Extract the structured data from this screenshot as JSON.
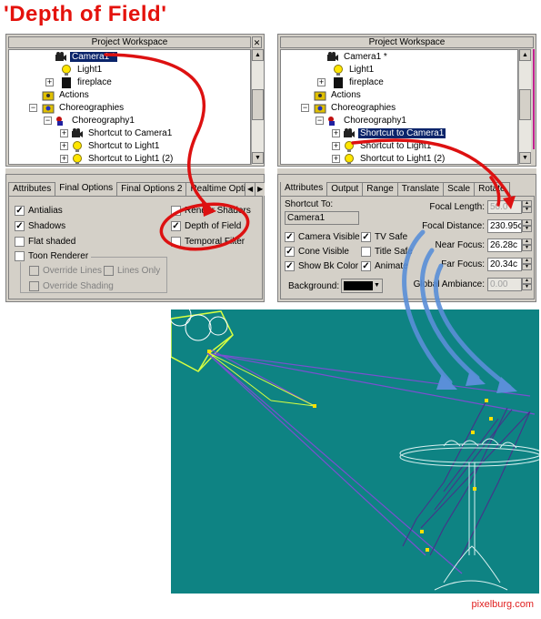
{
  "title": "'Depth of Field'",
  "credit": "pixelburg.com",
  "left_panel": {
    "workspace_title": "Project Workspace",
    "tree": {
      "camera": "Camera1 *",
      "light": "Light1",
      "fireplace": "fireplace",
      "actions": "Actions",
      "choreographies": "Choreographies",
      "choreography": "Choreography1",
      "shortcut_camera": "Shortcut to Camera1",
      "shortcut_light": "Shortcut to Light1",
      "shortcut_light2": "Shortcut to Light1 (2)"
    },
    "tabs": [
      "Attributes",
      "Final Options",
      "Final Options 2",
      "Realtime Options"
    ],
    "options": {
      "antialias": "Antialias",
      "shadows": "Shadows",
      "flat_shaded": "Flat shaded",
      "toon_renderer": "Toon Renderer",
      "override_lines": "Override Lines",
      "lines_only": "Lines Only",
      "override_shading": "Override Shading",
      "render_shaders": "Render Shaders",
      "depth_of_field": "Depth of Field",
      "temporal_filter": "Temporal Filter"
    }
  },
  "right_panel": {
    "workspace_title": "Project Workspace",
    "tree": {
      "camera": "Camera1 *",
      "light": "Light1",
      "fireplace": "fireplace",
      "actions": "Actions",
      "choreographies": "Choreographies",
      "choreography": "Choreography1",
      "shortcut_camera": "Shortcut to Camera1",
      "shortcut_light": "Shortcut to Light1",
      "shortcut_light2": "Shortcut to Light1 (2)"
    },
    "tabs": [
      "Attributes",
      "Output",
      "Range",
      "Translate",
      "Scale",
      "Rotate"
    ],
    "shortcut_to_label": "Shortcut To:",
    "shortcut_to_value": "Camera1",
    "checks": {
      "camera_visible": "Camera Visible",
      "tv_safe": "TV Safe",
      "cone_visible": "Cone Visible",
      "title_safe": "Title Safe",
      "show_bk_color": "Show Bk Color",
      "animate": "Animate"
    },
    "background_label": "Background:",
    "fields": {
      "focal_length_label": "Focal Length:",
      "focal_length_value": "50.0",
      "focal_distance_label": "Focal Distance:",
      "focal_distance_value": "230.95c",
      "near_focus_label": "Near Focus:",
      "near_focus_value": "26.28c",
      "far_focus_label": "Far Focus:",
      "far_focus_value": "20.34c",
      "global_ambiance_label": "Global Ambiance:",
      "global_ambiance_value": "0.00"
    }
  },
  "colors": {
    "title_red": "#e4120c",
    "viewport_teal": "#0e8383",
    "arrow_red": "#dd1111",
    "arrow_blue": "#5a8fd8",
    "selection_blue": "#0a246a"
  }
}
